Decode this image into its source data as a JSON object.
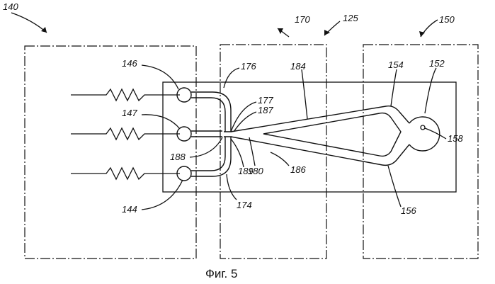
{
  "labels": {
    "r140": "140",
    "r125": "125",
    "r170": "170",
    "r150": "150",
    "r146": "146",
    "r147": "147",
    "r144": "144",
    "r176": "176",
    "r177": "177",
    "r187": "187",
    "r188": "188",
    "r189": "189",
    "r180": "180",
    "r186": "186",
    "r174": "174",
    "r184": "184",
    "r154": "154",
    "r152": "152",
    "r158": "158",
    "r156": "156"
  },
  "caption": "Фиг. 5"
}
